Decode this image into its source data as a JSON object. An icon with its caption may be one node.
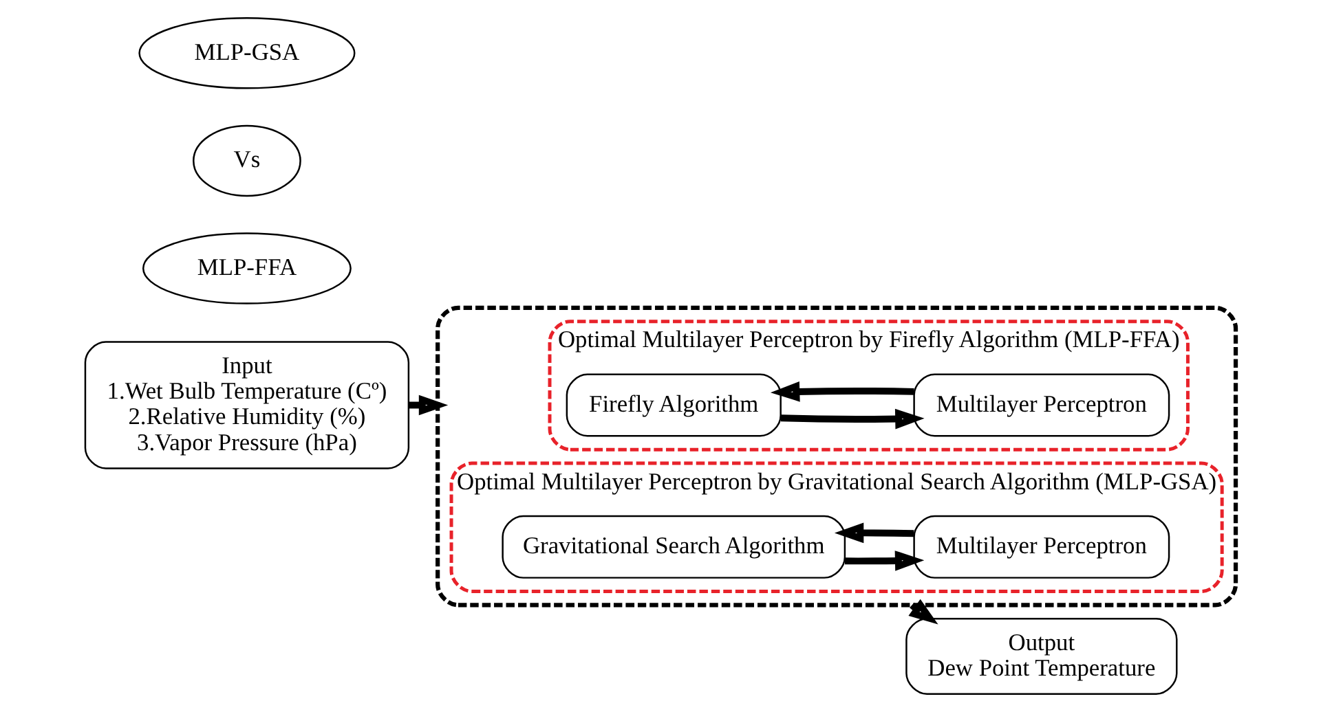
{
  "diagram": {
    "nodes": [
      {
        "text": [
          "Input",
          "1.Wet Bulb Temperature (Cº)",
          "2.Relative Humidity (%)",
          "3.Vapor Pressure (hPa)"
        ]
      },
      {
        "text": [],
        "shape": "box"
      },
      {
        "text": [
          "MLP-FFA"
        ]
      },
      {
        "text": [
          "Vs"
        ]
      },
      {
        "text": [
          "MLP-GSA"
        ]
      },
      {
        "text": [
          "Optimal Multilayer Perceptron by Firefly Algorithm (MLP-FFA)"
        ],
        "in": 1
      },
      {
        "text": [
          "Firefly Algorithm"
        ],
        "in": 5
      },
      {
        "text": [
          "Multilayer Perceptron"
        ],
        "in": 5
      },
      {
        "text": [
          "Optimal Multilayer Perceptron by Gravitational Search Algorithm (MLP-GSA)"
        ],
        "in": 1
      },
      {
        "text": [
          "Gravitational Search Algorithm"
        ],
        "in": 8
      },
      {
        "text": [
          "Multilayer Perceptron"
        ],
        "in": 8
      },
      {
        "text": [
          "Output",
          "Dew Point Temperature"
        ]
      }
    ],
    "edges": [
      {
        "from": 0,
        "to": 1,
        "arrow": "to"
      },
      {
        "from": 6,
        "to": 7,
        "arrow": "to"
      },
      {
        "from": 7,
        "to": 6,
        "arrow": "to"
      },
      {
        "from": 9,
        "to": 10,
        "arrow": "to"
      },
      {
        "from": 10,
        "to": 9,
        "arrow": "to"
      },
      {
        "from": 1,
        "to": 11,
        "arrow": "to"
      }
    ]
  }
}
